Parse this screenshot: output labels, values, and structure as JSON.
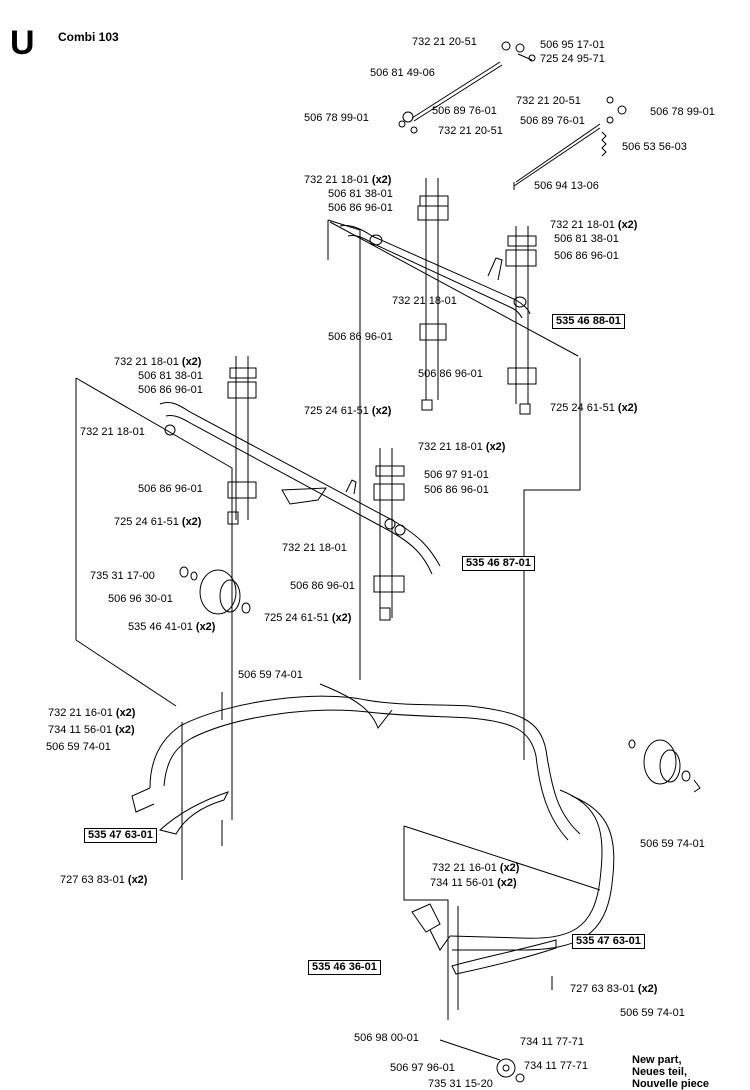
{
  "header": {
    "letter": "U",
    "title": "Combi 103"
  },
  "labels": [
    {
      "id": "l1",
      "code": "732 21 20-51",
      "qty": ""
    },
    {
      "id": "l2",
      "code": "506 95 17-01",
      "qty": ""
    },
    {
      "id": "l3",
      "code": "725 24 95-71",
      "qty": ""
    },
    {
      "id": "l4",
      "code": "506 81 49-06",
      "qty": ""
    },
    {
      "id": "l5",
      "code": "732 21 20-51",
      "qty": ""
    },
    {
      "id": "l6",
      "code": "506 78 99-01",
      "qty": ""
    },
    {
      "id": "l7",
      "code": "506 89 76-01",
      "qty": ""
    },
    {
      "id": "l8",
      "code": "506 78 99-01",
      "qty": ""
    },
    {
      "id": "l9",
      "code": "506 89 76-01",
      "qty": ""
    },
    {
      "id": "l10",
      "code": "732 21 20-51",
      "qty": ""
    },
    {
      "id": "l11",
      "code": "506 53 56-03",
      "qty": ""
    },
    {
      "id": "l12",
      "code": "506 94 13-06",
      "qty": ""
    },
    {
      "id": "l13",
      "code": "732 21 18-01",
      "qty": "(x2)"
    },
    {
      "id": "l14",
      "code": "506 81 38-01",
      "qty": ""
    },
    {
      "id": "l15",
      "code": "506 86 96-01",
      "qty": ""
    },
    {
      "id": "l16",
      "code": "732 21 18-01",
      "qty": "(x2)"
    },
    {
      "id": "l17",
      "code": "506 81 38-01",
      "qty": ""
    },
    {
      "id": "l18",
      "code": "506 86 96-01",
      "qty": ""
    },
    {
      "id": "l19",
      "code": "732 21 18-01",
      "qty": ""
    },
    {
      "id": "l20",
      "code": "506 86 96-01",
      "qty": ""
    },
    {
      "id": "l21",
      "code": "506 86 96-01",
      "qty": ""
    },
    {
      "id": "l22",
      "code": "725 24 61-51",
      "qty": "(x2)"
    },
    {
      "id": "l23",
      "code": "725 24 61-51",
      "qty": "(x2)"
    },
    {
      "id": "l24",
      "code": "732 21 18-01",
      "qty": "(x2)"
    },
    {
      "id": "l25",
      "code": "506 81 38-01",
      "qty": ""
    },
    {
      "id": "l26",
      "code": "506 86 96-01",
      "qty": ""
    },
    {
      "id": "l27",
      "code": "732 21 18-01",
      "qty": ""
    },
    {
      "id": "l28",
      "code": "732 21 18-01",
      "qty": "(x2)"
    },
    {
      "id": "l29",
      "code": "506 97 91-01",
      "qty": ""
    },
    {
      "id": "l30",
      "code": "506 86 96-01",
      "qty": ""
    },
    {
      "id": "l31",
      "code": "506 86 96-01",
      "qty": ""
    },
    {
      "id": "l32",
      "code": "725 24 61-51",
      "qty": "(x2)"
    },
    {
      "id": "l33",
      "code": "732 21 18-01",
      "qty": ""
    },
    {
      "id": "l34",
      "code": "735 31 17-00",
      "qty": ""
    },
    {
      "id": "l35",
      "code": "506 96 30-01",
      "qty": ""
    },
    {
      "id": "l36",
      "code": "506 86 96-01",
      "qty": ""
    },
    {
      "id": "l37",
      "code": "535 46 41-01",
      "qty": "(x2)"
    },
    {
      "id": "l38",
      "code": "725 24 61-51",
      "qty": "(x2)"
    },
    {
      "id": "l39",
      "code": "506 59 74-01",
      "qty": ""
    },
    {
      "id": "l40",
      "code": "732 21 16-01",
      "qty": "(x2)"
    },
    {
      "id": "l41",
      "code": "734 11 56-01",
      "qty": "(x2)"
    },
    {
      "id": "l42",
      "code": "506 59 74-01",
      "qty": ""
    },
    {
      "id": "l43",
      "code": "727 63 83-01",
      "qty": "(x2)"
    },
    {
      "id": "l44",
      "code": "506 59 74-01",
      "qty": ""
    },
    {
      "id": "l45",
      "code": "732 21 16-01",
      "qty": "(x2)"
    },
    {
      "id": "l46",
      "code": "734 11 56-01",
      "qty": "(x2)"
    },
    {
      "id": "l47",
      "code": "727 63 83-01",
      "qty": "(x2)"
    },
    {
      "id": "l48",
      "code": "506 59 74-01",
      "qty": ""
    },
    {
      "id": "l49",
      "code": "506 98 00-01",
      "qty": ""
    },
    {
      "id": "l50",
      "code": "734 11 77-71",
      "qty": ""
    },
    {
      "id": "l51",
      "code": "506 97 96-01",
      "qty": ""
    },
    {
      "id": "l52",
      "code": "734 11 77-71",
      "qty": ""
    },
    {
      "id": "l53",
      "code": "735 31 15-20",
      "qty": ""
    }
  ],
  "assemblies": [
    {
      "id": "a1",
      "code": "535 46 88-01"
    },
    {
      "id": "a2",
      "code": "535 46 87-01"
    },
    {
      "id": "a3",
      "code": "535 47 63-01"
    },
    {
      "id": "a4",
      "code": "535 46 36-01"
    },
    {
      "id": "a5",
      "code": "535 47 63-01"
    }
  ],
  "legend": {
    "line1": "New part,",
    "line2": "Neues teil,",
    "line3": "Nouvelle piece"
  }
}
